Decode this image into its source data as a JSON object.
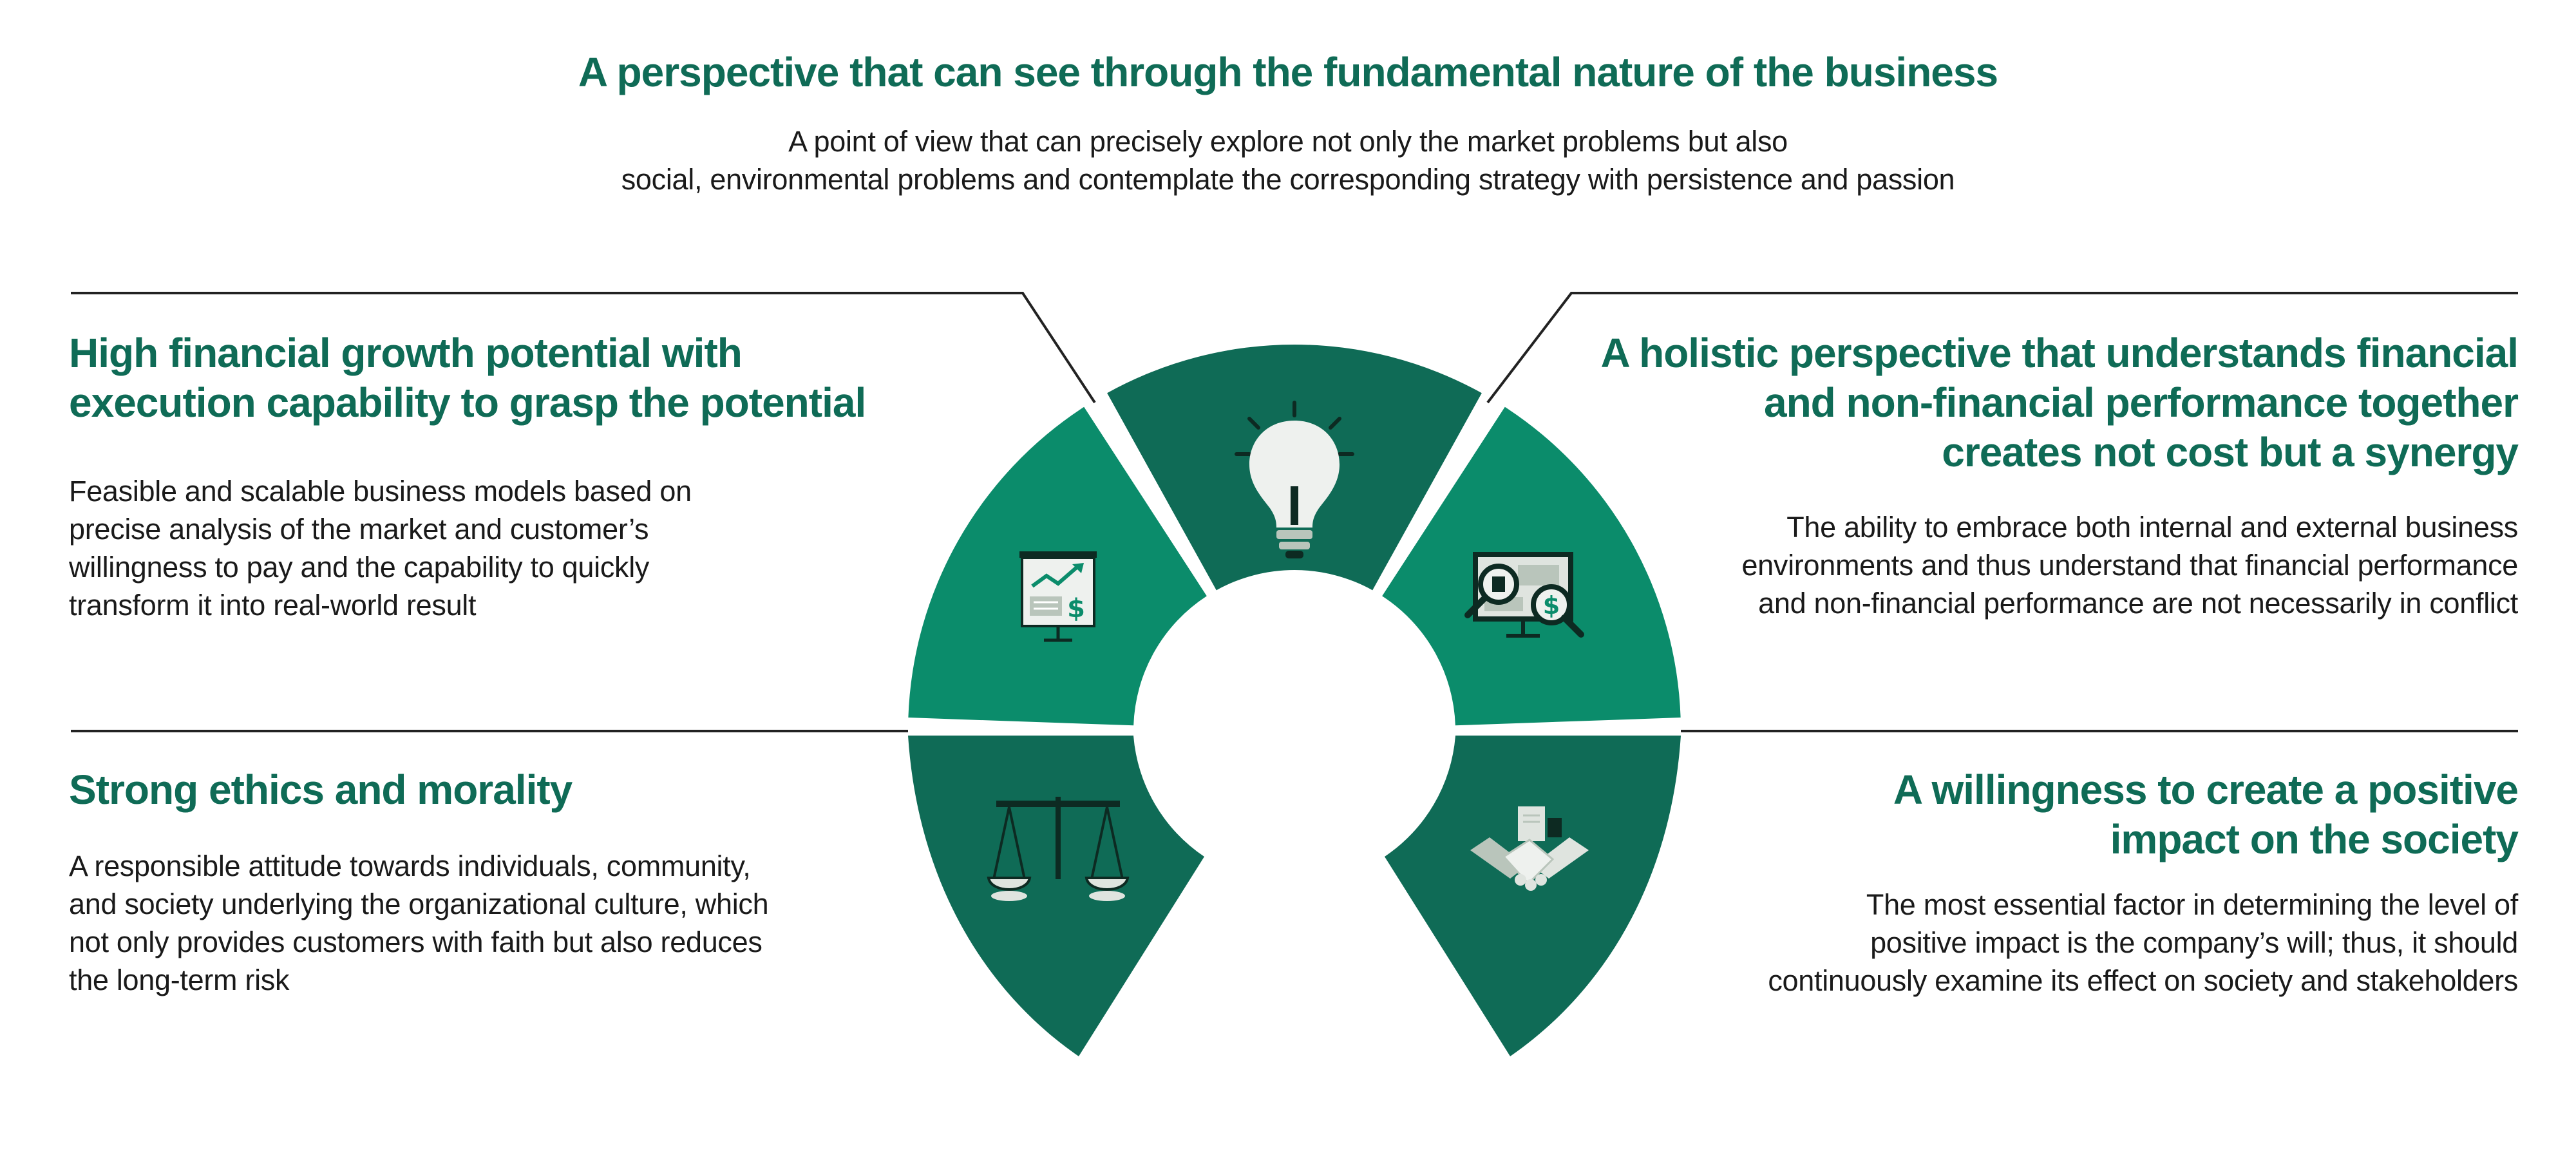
{
  "colors": {
    "accent": "#0f6b56",
    "segment_light": "#0b8c6b",
    "segment_dark": "#0f6b56",
    "text": "#1a1a1a",
    "icon_light": "#dfe4df",
    "icon_mid": "#b9c5bb",
    "icon_dark": "#0d2a22"
  },
  "top": {
    "title": "A perspective that can see through the fundamental nature of the business",
    "description": "A point of view that can precisely explore not only the market problems but also\nsocial, environmental problems and contemplate the corresponding strategy with persistence and passion"
  },
  "top_left": {
    "title": "High financial growth potential with\nexecution capability to grasp the potential",
    "description": "Feasible and scalable business models based on\nprecise analysis of the market and customer’s\nwillingness to pay and the capability to quickly\ntransform it into real-world result"
  },
  "top_right": {
    "title": "A holistic perspective that understands financial\nand non-financial performance together\ncreates not cost but a synergy",
    "description": "The ability to embrace both internal and external business\nenvironments and thus understand that financial performance\nand non-financial performance are not necessarily in conflict"
  },
  "bottom_left": {
    "title": "Strong ethics and morality",
    "description": "A responsible attitude towards individuals, community,\nand society underlying the organizational culture, which\nnot only provides customers with faith but also reduces\nthe long-term risk"
  },
  "bottom_right": {
    "title": "A willingness to create a positive\nimpact on the society",
    "description": "The most essential factor in determining the level of\npositive impact is the company’s will; thus, it should\ncontinuously examine its effect on society and stakeholders"
  },
  "segments": [
    {
      "name": "growth",
      "icon": "growth-chart-board-icon",
      "shade": "light"
    },
    {
      "name": "perspective",
      "icon": "lightbulb-icon",
      "shade": "dark"
    },
    {
      "name": "holistic",
      "icon": "analysis-monitor-icon",
      "shade": "light"
    },
    {
      "name": "impact",
      "icon": "handshake-icon",
      "shade": "dark"
    },
    {
      "name": "ethics",
      "icon": "balance-scale-icon",
      "shade": "dark"
    }
  ]
}
